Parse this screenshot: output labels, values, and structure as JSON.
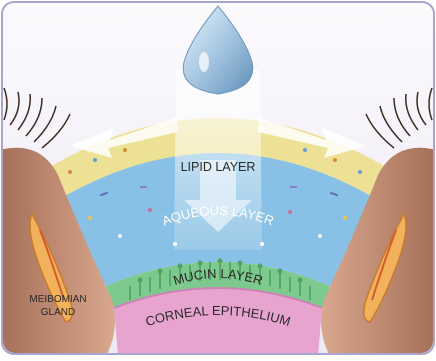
{
  "labels": {
    "lipid": "LIPID LAYER",
    "aqueous": "AQUEOUS LAYER",
    "mucin": "MUCIN LAYER",
    "cornea": "CORNEAL EPITHELIUM",
    "gland_line1": "MEIBOMIAN",
    "gland_line2": "GLAND"
  },
  "colors": {
    "border": "#a8a6d0",
    "background": "#f3f1f7",
    "lipid": "#ecdf8a",
    "aqueous": "#7fbde3",
    "mucin": "#7ec98d",
    "cornea": "#e7a4cf",
    "eyelid": "#c8957a",
    "gland": "#e59a3a",
    "drop": "#9fc2df"
  }
}
